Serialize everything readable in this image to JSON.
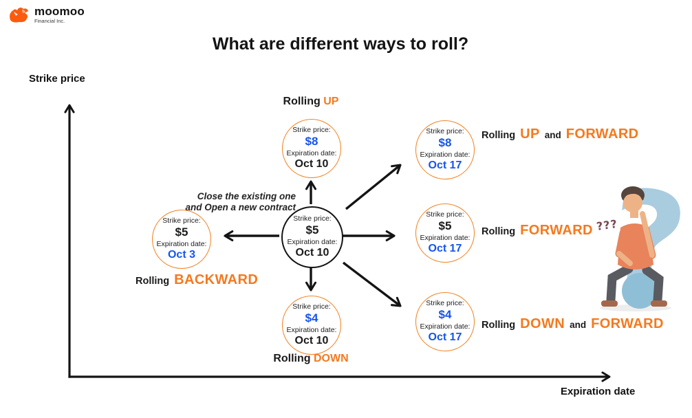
{
  "logo": {
    "name": "moomoo",
    "subtitle": "Financial Inc."
  },
  "title": "What are different ways to roll?",
  "axes": {
    "y_label": "Strike price",
    "x_label": "Expiration date"
  },
  "annotation": {
    "line1": "Close the existing one",
    "line2": "and Open a new contract"
  },
  "fields": {
    "strike_label": "Strike price:",
    "exp_label": "Expiration date:"
  },
  "contracts": {
    "center": {
      "strike": "$5",
      "exp": "Oct 10"
    },
    "up": {
      "strike": "$8",
      "exp": "Oct 10"
    },
    "up_forward": {
      "strike": "$8",
      "exp": "Oct 17"
    },
    "forward": {
      "strike": "$5",
      "exp": "Oct 17"
    },
    "down_forward": {
      "strike": "$4",
      "exp": "Oct 17"
    },
    "down": {
      "strike": "$4",
      "exp": "Oct 10"
    },
    "backward": {
      "strike": "$5",
      "exp": "Oct 3"
    }
  },
  "labels": {
    "up": {
      "rolling": "Rolling",
      "key": "UP"
    },
    "down": {
      "rolling": "Rolling",
      "key": "DOWN"
    },
    "backward": {
      "rolling": "Rolling",
      "key": "BACKWARD"
    },
    "forward": {
      "rolling": "Rolling",
      "key": "FORWARD"
    },
    "up_forward": {
      "rolling": "Rolling",
      "key1": "UP",
      "conj": "and",
      "key2": "FORWARD"
    },
    "down_forward": {
      "rolling": "Rolling",
      "key1": "DOWN",
      "conj": "and",
      "key2": "FORWARD"
    }
  },
  "illustration": {
    "question_marks": "???"
  },
  "colors": {
    "accent_orange": "#F5791D",
    "circle_border_orange": "#F0801F",
    "changed_blue": "#1554EE",
    "ink_black": "#1A1A1A"
  }
}
